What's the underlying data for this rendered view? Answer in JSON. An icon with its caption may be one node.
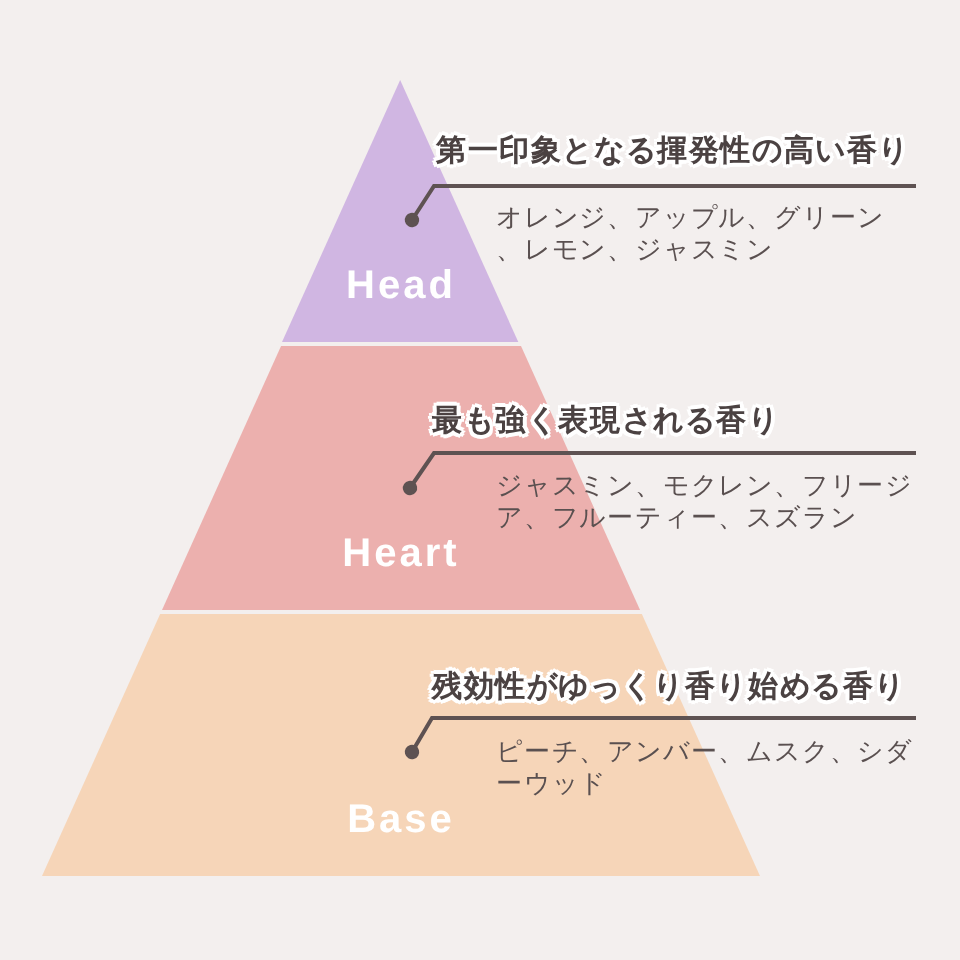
{
  "diagram": {
    "nodes": [
      {
        "text": [
          "Head"
        ]
      },
      {
        "text": [
          "第一印象となる揮発性の高い香り",
          "オレンジ、アップル、グリーン、レモン、ジャスミン"
        ]
      },
      {
        "text": [
          "Heart"
        ]
      },
      {
        "text": [
          "最も強く表現される香り",
          "ジャスミン、モクレン、フリージア、フルーティー、スズラン"
        ]
      },
      {
        "text": [
          "Base"
        ]
      },
      {
        "text": [
          "残効性がゆっくり香り始める香り",
          "ピーチ、アンバー、ムスク、シダーウッド"
        ]
      }
    ],
    "edges": [
      {
        "from": 1,
        "to": 0,
        "arrow": "other"
      },
      {
        "from": 3,
        "to": 2,
        "arrow": "other"
      },
      {
        "from": 5,
        "to": 4,
        "arrow": "other"
      }
    ]
  }
}
